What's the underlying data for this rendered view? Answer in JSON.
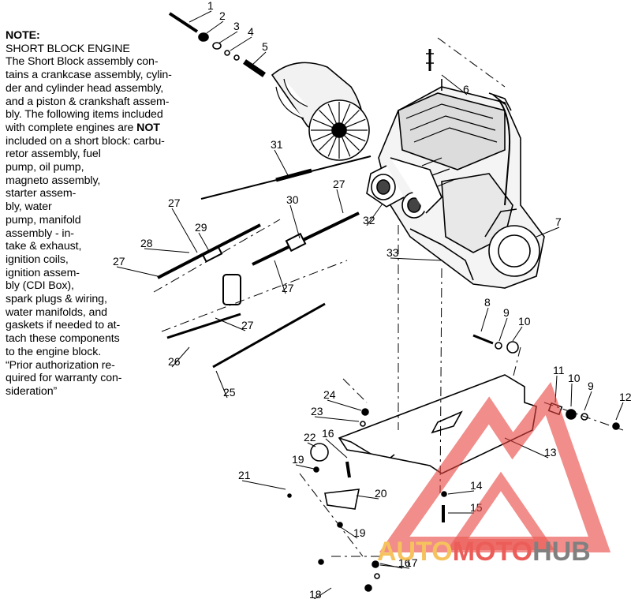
{
  "note": {
    "heading": "NOTE:",
    "subheading": "SHORT BLOCK ENGINE",
    "lines": [
      "The Short Block assembly con-",
      "tains a crankcase assembly, cylin-",
      "der and cylinder head assembly,",
      "and a piston & crankshaft assem-",
      "bly.  The following items included",
      "with complete engines are NOT",
      "included on a short block:  carbu-",
      "retor assembly, fuel",
      "pump, oil pump,",
      "magneto assembly,",
      "starter assem-",
      "bly, water",
      "pump, manifold",
      "assembly - in-",
      "take & exhaust,",
      "ignition coils,",
      "ignition assem-",
      "bly (CDI Box),",
      "spark plugs & wiring,",
      "water manifolds, and",
      "gaskets if needed to at-",
      "tach these components",
      "to the engine block.",
      "“Prior authorization re-",
      "quired for warranty con-",
      "sideration”"
    ]
  },
  "callouts": [
    "1",
    "2",
    "3",
    "4",
    "5",
    "6",
    "7",
    "8",
    "9",
    "10",
    "11",
    "10",
    "9",
    "12",
    "13",
    "14",
    "15",
    "16",
    "17",
    "18",
    "19",
    "20",
    "21",
    "22",
    "19",
    "16",
    "23",
    "24",
    "25",
    "26",
    "27",
    "27",
    "27",
    "27",
    "27",
    "28",
    "29",
    "30",
    "31",
    "32",
    "33"
  ],
  "watermark": {
    "text_a": "AUTO",
    "text_b": "MOTO",
    "text_c": "HUB",
    "color_a": "#f5b841",
    "color_b": "#e8413c",
    "color_c": "#6b6b6b"
  }
}
